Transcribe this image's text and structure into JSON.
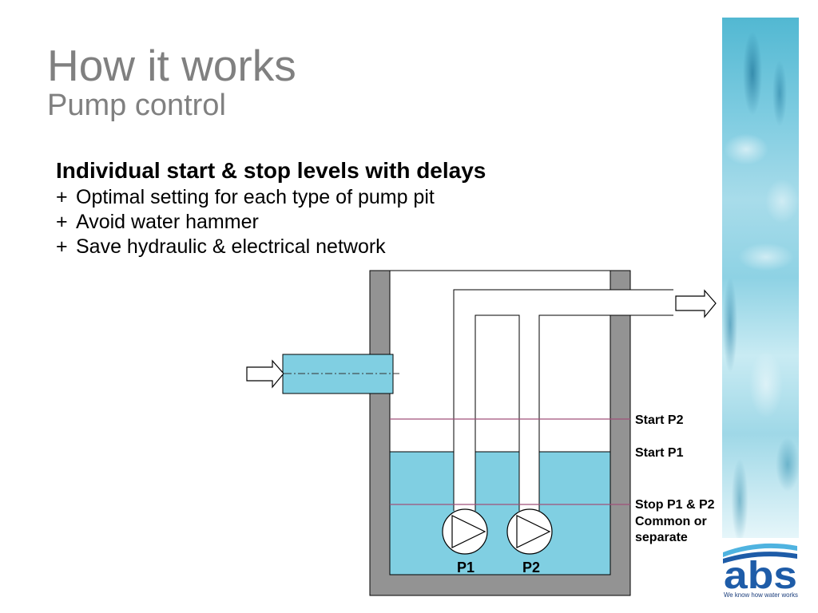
{
  "slide": {
    "title": "How it works",
    "subtitle": "Pump control",
    "heading": "Individual start & stop levels with delays",
    "bullets": [
      {
        "marker": "+",
        "text": "Optimal setting for each type of pump pit"
      },
      {
        "marker": "+",
        "text": "Avoid water hammer"
      },
      {
        "marker": "+",
        "text": "Save hydraulic & electrical network"
      }
    ]
  },
  "diagram": {
    "level_labels": {
      "start_p2": "Start P2",
      "start_p1": "Start P1",
      "stop": [
        "Stop P1 & P2",
        "Common or",
        "separate"
      ]
    },
    "pumps": [
      {
        "label": "P1",
        "icon": "pump-icon"
      },
      {
        "label": "P2",
        "icon": "pump-icon"
      }
    ],
    "icons": {
      "inlet_arrow": "arrow-right-icon",
      "outlet_arrow": "arrow-right-icon"
    }
  },
  "logo": {
    "wordmark": "abs",
    "tagline": "We know how water works"
  },
  "colors": {
    "title": "#808080",
    "text": "#000000",
    "water": "#80cfe2",
    "pit_wall": "#939393",
    "level_line": "#a0507a",
    "logo_blue": "#1e5ca8",
    "logo_light_blue": "#4fb3e0",
    "logo_tagline": "#1b3e7c"
  }
}
